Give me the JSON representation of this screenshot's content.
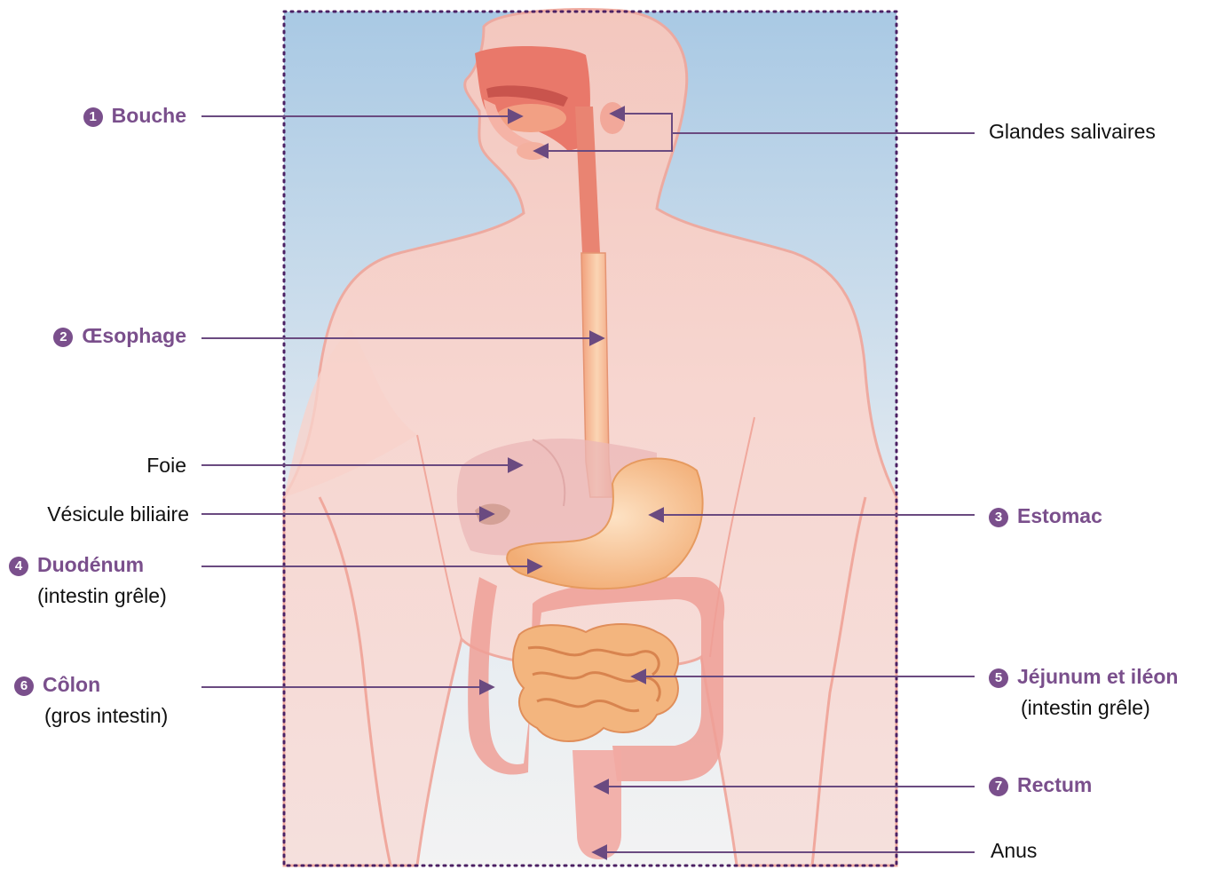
{
  "colors": {
    "accent": "#7a4f8c",
    "sky": "#aecde6",
    "skin": "#f6c9c0",
    "organ": "#f3b07a",
    "mouth": "#e77c6e",
    "colon": "#ef9e95"
  },
  "labels": {
    "bouche": {
      "num": "1",
      "text": "Bouche"
    },
    "oesophage": {
      "num": "2",
      "text": "Œsophage"
    },
    "foie": {
      "text": "Foie"
    },
    "vesicule": {
      "text": "Vésicule biliaire"
    },
    "duodenum": {
      "num": "4",
      "text": "Duodénum",
      "sub": "(intestin grêle)"
    },
    "colon": {
      "num": "6",
      "text": "Côlon",
      "sub": "(gros intestin)"
    },
    "glandes": {
      "text": "Glandes salivaires"
    },
    "estomac": {
      "num": "3",
      "text": "Estomac"
    },
    "jejunum": {
      "num": "5",
      "text": "Jéjunum et iléon",
      "sub": "(intestin grêle)"
    },
    "rectum": {
      "num": "7",
      "text": "Rectum"
    },
    "anus": {
      "text": "Anus"
    }
  }
}
